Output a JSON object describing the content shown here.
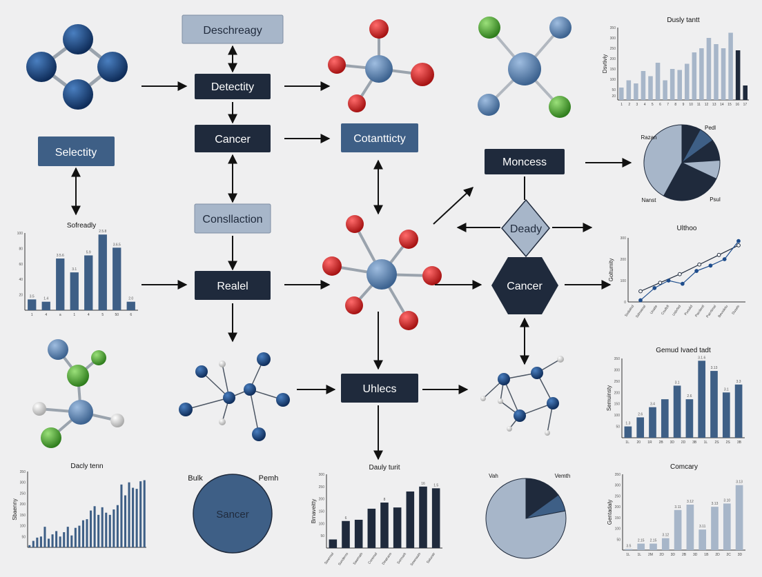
{
  "colors": {
    "dark": "#1f2a3c",
    "blue": "#3e5f86",
    "light": "#a7b6c9",
    "red": "#d42a2a",
    "green": "#5aac3c",
    "molecule_blue": "#1e4d8c",
    "molecule_steel": "#5b82ad",
    "arrow": "#111111",
    "background": "#efeff0"
  },
  "nodes": {
    "deschreagy": "Deschreagy",
    "detectity": "Detectity",
    "cancer_top": "Cancer",
    "cotantticty": "Cotantticty",
    "selectity": "Selectity",
    "moncess": "Moncess",
    "consllaction": "Consllaction",
    "realel": "Realel",
    "deady": "Deady",
    "cancer_hex": "Cancer",
    "uhlecs": "Uhlecs",
    "sancer_circle": "Sancer",
    "bulk_label": "Bulk",
    "pemh_label": "Pemh"
  },
  "chart_data": [
    {
      "id": "top-right-bar",
      "type": "bar",
      "title": "Dusly tantt",
      "ylabel": "Dsvtiviy",
      "ylim": [
        0,
        350
      ],
      "yticks": [
        "20",
        "50",
        "100",
        "150",
        "200",
        "250",
        "300",
        "350"
      ],
      "categories": [
        "1",
        "2",
        "3",
        "4",
        "5",
        "6",
        "7",
        "8",
        "9",
        "10",
        "11",
        "12",
        "13",
        "14",
        "15",
        "16",
        "17"
      ],
      "values": [
        60,
        95,
        80,
        140,
        115,
        180,
        95,
        150,
        145,
        175,
        230,
        250,
        300,
        270,
        250,
        325,
        240,
        70
      ],
      "colors": [
        "#a7b6c9",
        "#a7b6c9",
        "#a7b6c9",
        "#a7b6c9",
        "#a7b6c9",
        "#a7b6c9",
        "#a7b6c9",
        "#a7b6c9",
        "#a7b6c9",
        "#a7b6c9",
        "#a7b6c9",
        "#a7b6c9",
        "#a7b6c9",
        "#a7b6c9",
        "#a7b6c9",
        "#a7b6c9",
        "#1f2a3c",
        "#1f2a3c"
      ]
    },
    {
      "id": "right-pie",
      "type": "pie",
      "labels_shown": [
        "Razan",
        "Pedl",
        "Nanst",
        "Psul"
      ],
      "values": [
        8,
        7,
        9,
        8,
        26,
        42
      ],
      "colors": [
        "#1f2a3c",
        "#3e5f86",
        "#1f2a3c",
        "#a7b6c9",
        "#1f2a3c",
        "#a7b6c9"
      ]
    },
    {
      "id": "left-bar",
      "type": "bar",
      "title": "Sofreadly",
      "ylim": [
        0,
        100
      ],
      "yticks": [
        "20",
        "40",
        "60",
        "80",
        "100"
      ],
      "categories": [
        "1",
        "4",
        "a",
        "1",
        "4",
        "5",
        "50",
        "6"
      ],
      "values": [
        14,
        11,
        67,
        49,
        71,
        98,
        81,
        11
      ],
      "data_labels": [
        "3.5",
        "1.4",
        "3.5.6",
        "3.1",
        "5.9",
        "2.5.8",
        "3.6.5",
        "2.0"
      ]
    },
    {
      "id": "right-line",
      "type": "line",
      "title": "Ulthoo",
      "ylabel": "Goltumity",
      "ylim": [
        0,
        300
      ],
      "yticks": [
        "0",
        "100",
        "200",
        "300"
      ],
      "categories": [
        "Sodwlnd",
        "Sdmatnal",
        "Uoatle",
        "Coufbfl",
        "Usbrfed",
        "Puoulid",
        "Pacdentl",
        "Pacrtimal",
        "Bevsdoiu",
        "Dusels"
      ],
      "series": [
        {
          "values": [
            50,
            90,
            130,
            175,
            220,
            265
          ]
        },
        {
          "values": [
            8,
            65,
            100,
            85,
            145,
            170,
            200,
            285
          ]
        }
      ]
    },
    {
      "id": "right-bar-mid",
      "type": "bar",
      "title": "Gemud Ivaed tadt",
      "ylabel": "Semuinsty",
      "ylim": [
        0,
        350
      ],
      "yticks": [
        "50",
        "100",
        "150",
        "200",
        "250",
        "300",
        "350"
      ],
      "categories": [
        "1L",
        "20",
        "1R",
        "2B",
        "3D",
        "2D",
        "3B",
        "1L",
        "2S",
        "2S",
        "3B"
      ],
      "values": [
        50,
        90,
        135,
        170,
        230,
        170,
        340,
        295,
        200,
        235
      ],
      "data_labels": [
        "1.3",
        "2.6",
        "3.4",
        "",
        "3.1",
        "2.6",
        "3.1.6",
        "3.13",
        "3.1",
        "3.3"
      ]
    },
    {
      "id": "bottom-left-bar",
      "type": "bar",
      "title": "Dacly tenn",
      "ylabel": "Sbaenny",
      "ylim": [
        0,
        350
      ],
      "yticks": [
        "50",
        "100",
        "150",
        "200",
        "250",
        "300",
        "350"
      ],
      "values": [
        10,
        30,
        45,
        50,
        95,
        40,
        60,
        75,
        50,
        70,
        95,
        55,
        90,
        100,
        125,
        130,
        170,
        190,
        150,
        185,
        160,
        150,
        175,
        195,
        290,
        240,
        300,
        275,
        270,
        305,
        310
      ]
    },
    {
      "id": "bottom-center-bar",
      "type": "bar",
      "title": "Dauly turit",
      "ylabel": "Brnaveitty",
      "ylim": [
        0,
        300
      ],
      "yticks": [
        "300",
        "250",
        "200",
        "150",
        "100",
        "50"
      ],
      "categories": [
        "Sawrmal",
        "Sunderns",
        "Sawmals",
        "Coremal",
        "Deatrans",
        "Sormark",
        "Sownauts",
        "Saturatr"
      ],
      "values": [
        35,
        110,
        115,
        160,
        185,
        165,
        230,
        250,
        243
      ],
      "data_labels": [
        "",
        "6",
        "",
        "",
        "8",
        "",
        "",
        "16",
        "1.5"
      ]
    },
    {
      "id": "bottom-pie",
      "type": "pie",
      "labels_shown": [
        "Vah",
        "Vemth"
      ],
      "values": [
        15,
        7,
        78
      ],
      "colors": [
        "#1f2a3c",
        "#3e5f86",
        "#a7b6c9"
      ]
    },
    {
      "id": "bottom-right-bar",
      "type": "bar",
      "title": "Comcary",
      "ylabel": "Gentadaly",
      "ylim": [
        0,
        350
      ],
      "yticks": [
        "50",
        "100",
        "150",
        "200",
        "250",
        "300",
        "350"
      ],
      "categories": [
        "1L",
        "1L",
        "2M",
        "2D",
        "3D",
        "2B",
        "3D",
        "1B",
        "2D",
        "2C",
        "3D"
      ],
      "values": [
        5,
        30,
        30,
        55,
        185,
        210,
        95,
        200,
        215,
        300
      ],
      "data_labels": [
        "3.5",
        "2.15",
        "2.15",
        "3.12",
        "3.11",
        "3.12",
        "3.11",
        "3.13",
        "3.10",
        "3.13"
      ]
    }
  ]
}
